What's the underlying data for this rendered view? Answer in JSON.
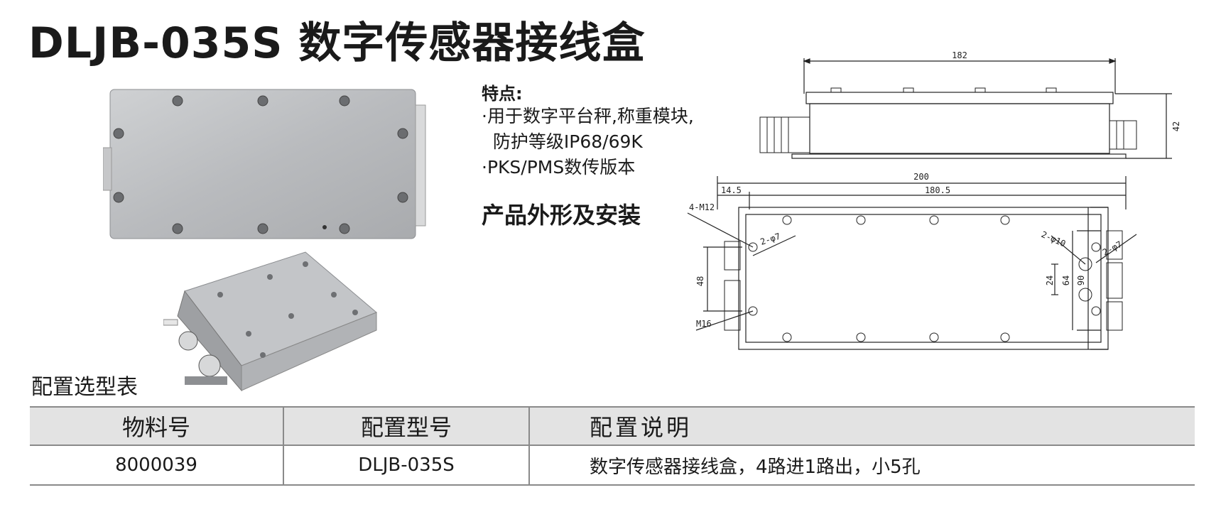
{
  "title": "DLJB-035S 数字传感器接线盒",
  "features": {
    "heading": "特点:",
    "items": [
      "·用于数字平台秤,称重模块,",
      "  防护等级IP68/69K",
      "·PKS/PMS数传版本"
    ]
  },
  "shape_heading": "产品外形及安装",
  "config": {
    "heading": "配置选型表",
    "columns": [
      "物料号",
      "配置型号",
      "配置说明"
    ],
    "rows": [
      {
        "part_no": "8000039",
        "model": "DLJB-035S",
        "desc": "数字传感器接线盒，4路进1路出，小5孔"
      }
    ]
  },
  "drawing": {
    "side_width": "182",
    "side_height": "42",
    "top_total": "200",
    "top_offset": "14.5",
    "top_inner": "180.5",
    "hole_label": "4-M12",
    "gland_hole_left": "2-φ7",
    "gland_hole_right": "2-φ7",
    "hole_10": "2-φ10",
    "gland_label": "M16",
    "dim_48": "48",
    "dim_24": "24",
    "dim_64": "64",
    "dim_90": "90"
  }
}
